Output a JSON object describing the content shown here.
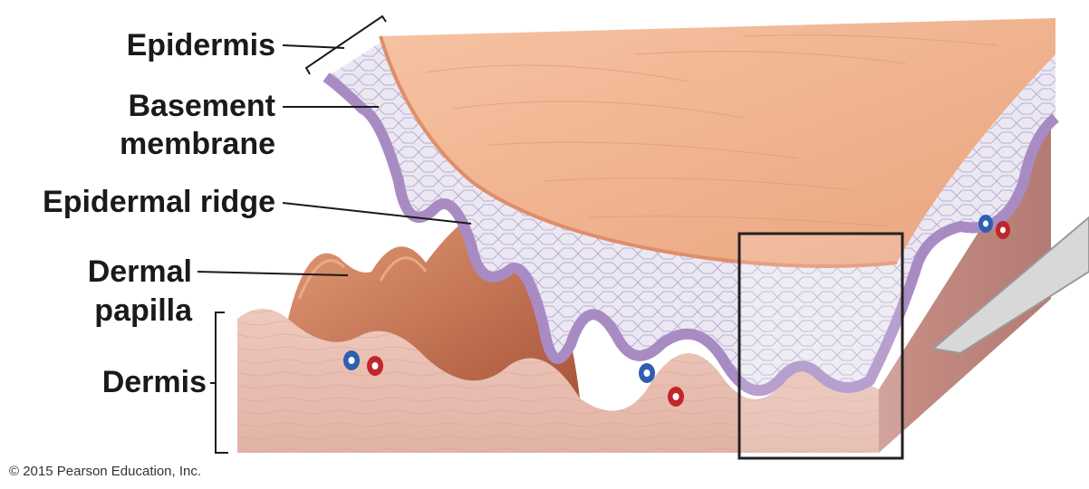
{
  "labels": {
    "epidermis": "Epidermis",
    "basement_line1": "Basement",
    "basement_line2": "membrane",
    "epidermal_ridge": "Epidermal ridge",
    "dermal_line1": "Dermal",
    "dermal_line2": "papilla",
    "dermis": "Dermis"
  },
  "copyright": "© 2015 Pearson Education, Inc.",
  "colors": {
    "epidermis_surface": "#f2b48f",
    "epidermis_cells": "#e9e6f2",
    "basal_layer": "#a98bc4",
    "dermis": "#e8bdb0",
    "dermal_papilla": "#c9734f",
    "vessel_blue": "#2f5fae",
    "vessel_red": "#c0262a"
  }
}
